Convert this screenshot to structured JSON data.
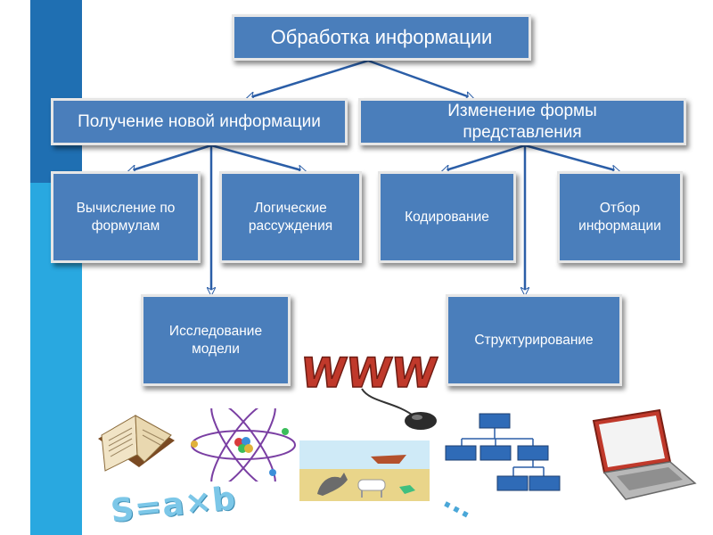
{
  "diagram": {
    "root": "Обработка информации",
    "left_branch": "Получение новой информации",
    "right_branch": "Изменение формы представления",
    "left_children": [
      "Вычисление по формулам",
      "Логические рассуждения",
      "Исследование модели"
    ],
    "right_children": [
      "Кодирование",
      "Отбор информации",
      "Структурирование"
    ]
  },
  "illustrations": {
    "formula": "S=a×b",
    "www": "WWW",
    "dots": "...",
    "icons": [
      "book-icon",
      "atom-icon",
      "www-mouse-icon",
      "landscape-picture",
      "org-chart-icon",
      "laptop-icon"
    ]
  },
  "colors": {
    "box_fill": "#4a7ebb",
    "box_border": "#e6e6e6",
    "arrow": "#2b5ea7",
    "strip_dark": "#1f6fb2",
    "strip_light": "#29a8e0"
  }
}
